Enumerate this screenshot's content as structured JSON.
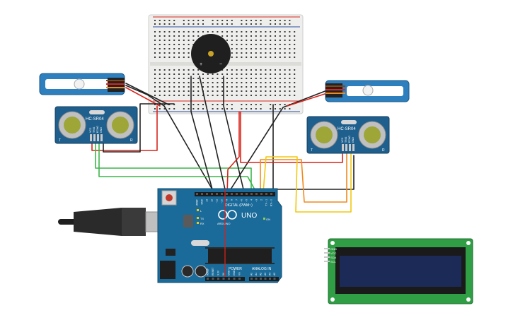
{
  "sensor_left": {
    "model_label": "HC-SR04",
    "pin_labels": [
      "VCC",
      "TRIG",
      "ECHO",
      "GND"
    ],
    "corner_t": "T",
    "corner_r": "R"
  },
  "sensor_right": {
    "model_label": "HC-SR04",
    "pin_labels": [
      "VCC",
      "TRIG",
      "ECHO",
      "GND"
    ],
    "corner_t": "T",
    "corner_r": "R"
  },
  "arduino": {
    "brand": "ARDUINO",
    "model": "UNO",
    "digital_header": "DIGITAL (PWM~)",
    "power_header": "POWER",
    "analog_header": "ANALOG IN",
    "on_label": "ON",
    "tx_label": "TX",
    "rx_label": "RX",
    "l_label": "L",
    "top_pin_labels": [
      "AREF",
      "GND",
      "13",
      "12",
      "~11",
      "~10",
      "~9",
      "8",
      "7",
      "~6",
      "~5",
      "4",
      "~3",
      "2",
      "TX→1",
      "RX←0"
    ],
    "power_pin_labels": [
      "IOREF",
      "RESET",
      "3.3V",
      "5V",
      "GND",
      "GND",
      "Vin"
    ],
    "analog_pin_labels": [
      "A0",
      "A1",
      "A2",
      "A3",
      "A4",
      "A5"
    ]
  },
  "lcd": {
    "pin_labels": [
      "GND",
      "VCC",
      "SDA",
      "SCL"
    ]
  },
  "buzzer": {
    "plus": "+",
    "minus": "−"
  },
  "colors": {
    "board_blue": "#1a6a9a",
    "breadboard": "#eeeeec",
    "lcd_green": "#2f9e44",
    "lcd_screen": "#1c2a57",
    "servo_blue": "#2d7fbd",
    "wire_red": "#d9241c",
    "wire_black": "#222222",
    "wire_green": "#3cb54a",
    "wire_orange": "#f08a1c",
    "wire_yellow": "#f2c80f"
  }
}
